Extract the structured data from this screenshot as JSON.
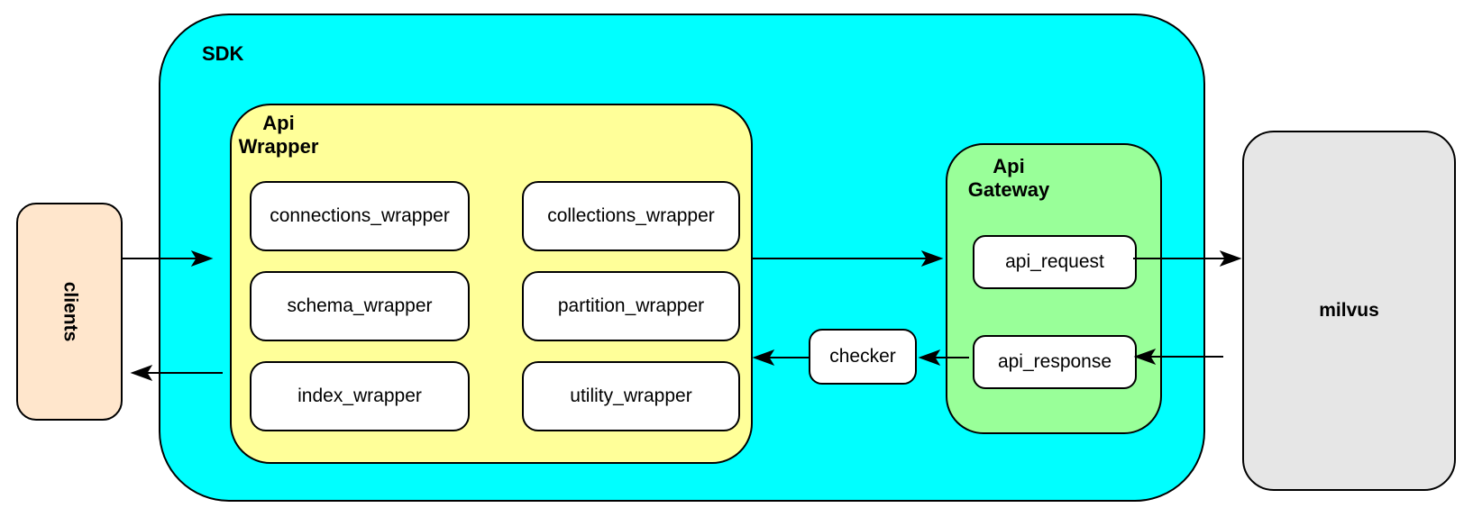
{
  "diagram": {
    "clients": {
      "label": "clients"
    },
    "sdk": {
      "label": "SDK",
      "api_wrapper": {
        "label_lines": [
          "Api",
          "Wrapper"
        ],
        "boxes": [
          {
            "label": "connections_wrapper"
          },
          {
            "label": "collections_wrapper"
          },
          {
            "label": "schema_wrapper"
          },
          {
            "label": "partition_wrapper"
          },
          {
            "label": "index_wrapper"
          },
          {
            "label": "utility_wrapper"
          }
        ]
      },
      "checker": {
        "label": "checker"
      },
      "api_gateway": {
        "label_lines": [
          "Api",
          "Gateway"
        ],
        "boxes": [
          {
            "label": "api_request"
          },
          {
            "label": "api_response"
          }
        ]
      }
    },
    "milvus": {
      "label": "milvus"
    },
    "arrows": [
      {
        "name": "clients-to-sdk",
        "direction": "right"
      },
      {
        "name": "sdk-to-clients",
        "direction": "left"
      },
      {
        "name": "api-wrapper-to-api-gateway",
        "direction": "right"
      },
      {
        "name": "api-request-to-milvus",
        "direction": "right"
      },
      {
        "name": "milvus-to-api-response",
        "direction": "left"
      },
      {
        "name": "api-response-to-checker",
        "direction": "left"
      },
      {
        "name": "checker-to-api-wrapper",
        "direction": "left"
      }
    ],
    "colors": {
      "background": "#FFFFFF",
      "sdk_fill": "#00FFFF",
      "api_wrapper_fill": "#FFFF99",
      "api_gateway_fill": "#99FF99",
      "clients_fill": "#FFE6CC",
      "milvus_fill": "#E6E6E6",
      "node_fill": "#FFFFFF",
      "border": "#000000"
    }
  }
}
